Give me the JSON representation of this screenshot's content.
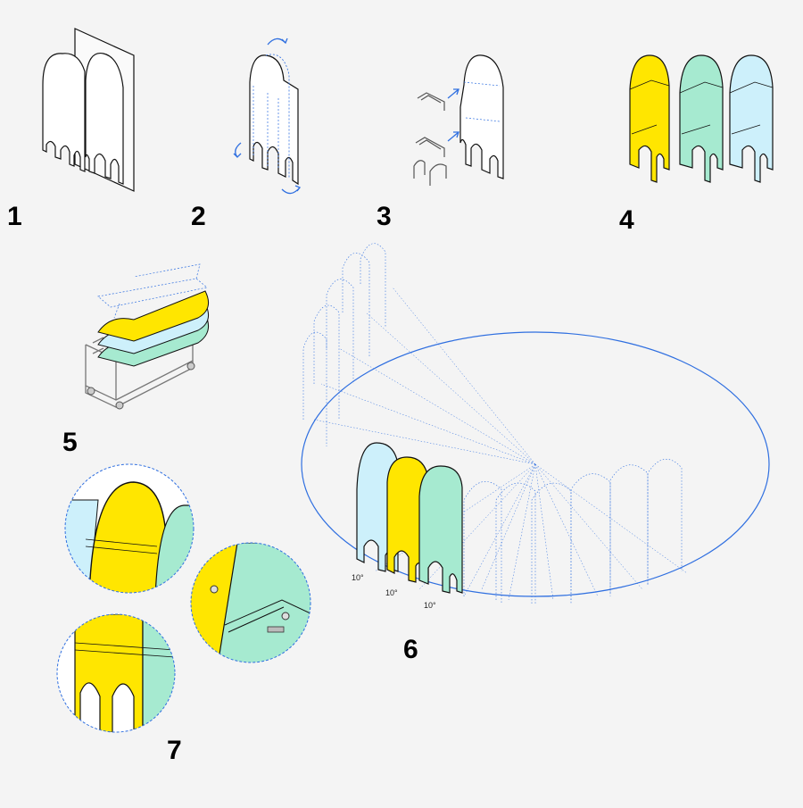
{
  "steps": [
    {
      "number": "1"
    },
    {
      "number": "2"
    },
    {
      "number": "3"
    },
    {
      "number": "4"
    },
    {
      "number": "5"
    },
    {
      "number": "6"
    },
    {
      "number": "7"
    }
  ],
  "angle_labels": [
    "10°",
    "10°",
    "10°"
  ],
  "colors": {
    "background": "#f4f4f4",
    "yellow": "#ffe600",
    "green": "#a6ead0",
    "blue": "#cdf0fb",
    "guide_blue": "#2f6fe0",
    "outline": "#111111"
  }
}
